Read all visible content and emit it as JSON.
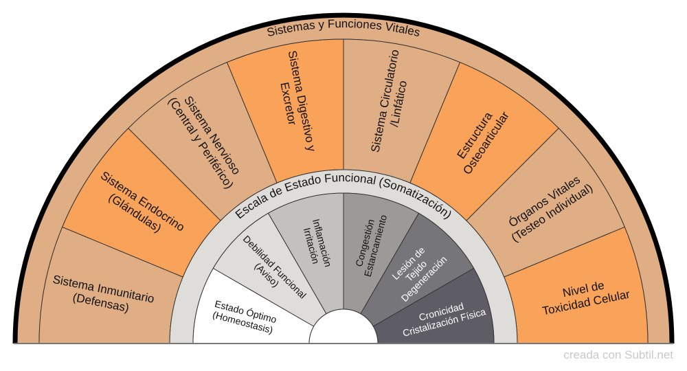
{
  "title_outer_ring": "Sistemas y Funciones Vitales",
  "title_inner_ring": "Escala de Estado Funcional (Somatización)",
  "outer_segments": [
    {
      "lines": [
        "Sistema Inmunitario",
        "(Defensas)"
      ],
      "color": "#E0AE84"
    },
    {
      "lines": [
        "Sistema Endocrino",
        "(Glándulas)"
      ],
      "color": "#F9A25A"
    },
    {
      "lines": [
        "Sistema Nervioso",
        "(Central y Periférico)"
      ],
      "color": "#E0AE84"
    },
    {
      "lines": [
        "Sistema Digestivo y",
        "Excretor"
      ],
      "color": "#F9A25A"
    },
    {
      "lines": [
        "Sistema Circulatorio",
        "/Linfático"
      ],
      "color": "#E0AE84"
    },
    {
      "lines": [
        "Estructura",
        "Osteoarticular"
      ],
      "color": "#F9A25A"
    },
    {
      "lines": [
        "Órganos Vitales",
        "(Testeo Individual)"
      ],
      "color": "#E0AE84"
    },
    {
      "lines": [
        "Nivel de",
        "Toxicidad Celular"
      ],
      "color": "#F9A25A"
    }
  ],
  "inner_segments": [
    {
      "lines": [
        "Estado Óptimo",
        "(Homeostasis)"
      ],
      "color": "#FFFFFF",
      "text_color": "#111111"
    },
    {
      "lines": [
        "Debilidad Funcional",
        "(Aviso)"
      ],
      "color": "#DEDDDA",
      "text_color": "#111111"
    },
    {
      "lines": [
        "Inflamación",
        "Irritación"
      ],
      "color": "#C2C1BD",
      "text_color": "#111111"
    },
    {
      "lines": [
        "Congestión",
        "Estancamiento"
      ],
      "color": "#9C9A96",
      "text_color": "#111111"
    },
    {
      "lines": [
        "Lesión de",
        "Tejido",
        "Degeneración"
      ],
      "color": "#76757A",
      "text_color": "#FFFFFF"
    },
    {
      "lines": [
        "Cronicidad",
        "Cristalización Física"
      ],
      "color": "#5E5C64",
      "text_color": "#FFFFFF"
    }
  ],
  "colors": {
    "outer_ring": "#E0AE84",
    "scale_band": "#DEDDDA",
    "rim": "#000000",
    "divider": "#333333"
  },
  "credit": "creada con Subtil.net"
}
